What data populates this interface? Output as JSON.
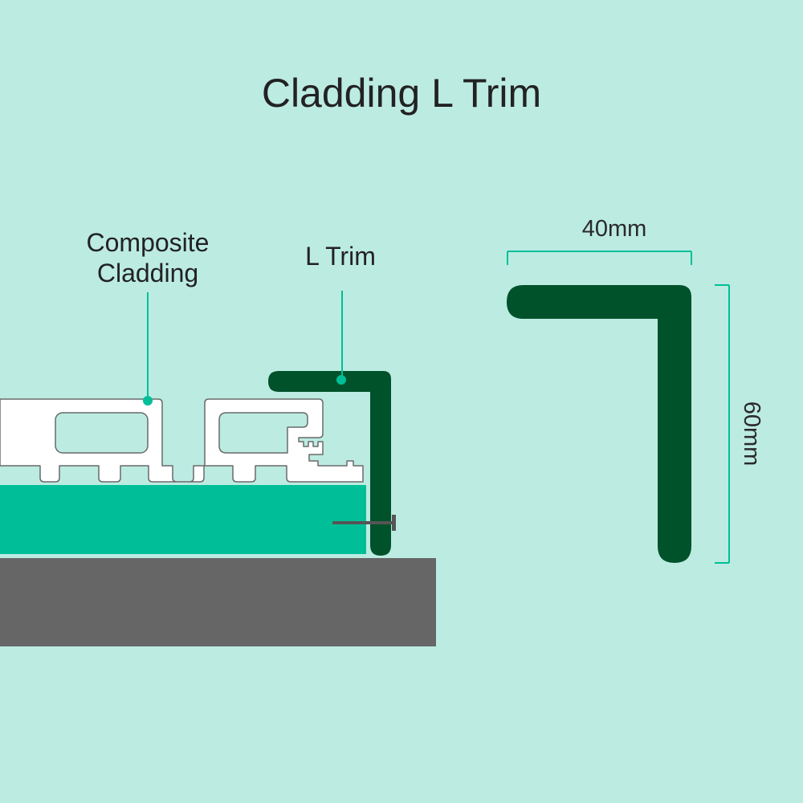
{
  "title": "Cladding L Trim",
  "labels": {
    "composite_line1": "Composite",
    "composite_line2": "Cladding",
    "l_trim": "L Trim"
  },
  "dimensions": {
    "width": "40mm",
    "height": "60mm"
  },
  "colors": {
    "background": "#bcebe2",
    "trim": "#00522b",
    "accent": "#00bf98",
    "cladding_fill": "#ffffff",
    "cladding_stroke": "#6a6a6a",
    "base": "#666666",
    "screw": "#555555",
    "text": "#222222"
  }
}
